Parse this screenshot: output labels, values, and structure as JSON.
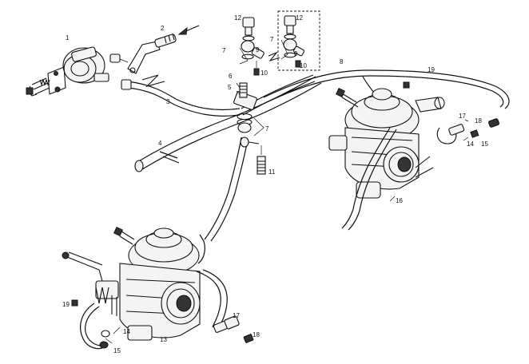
{
  "callouts": {
    "c1": "1",
    "c2": "2",
    "c3": "3",
    "c4": "4",
    "c5": "5",
    "c6": "6",
    "c7a": "7",
    "c7b": "7",
    "c7c": "7",
    "c8": "8",
    "c9a": "9",
    "c9b": "9",
    "c10a": "10",
    "c10b": "10",
    "c11": "11",
    "c12a": "12",
    "c12b": "12",
    "c13": "13",
    "c14a": "14",
    "c14b": "14",
    "c15a": "15",
    "c15b": "15",
    "c16": "16",
    "c17a": "17",
    "c17b": "17",
    "c18a": "18",
    "c18b": "18",
    "c19a": "19",
    "c19b": "19"
  }
}
